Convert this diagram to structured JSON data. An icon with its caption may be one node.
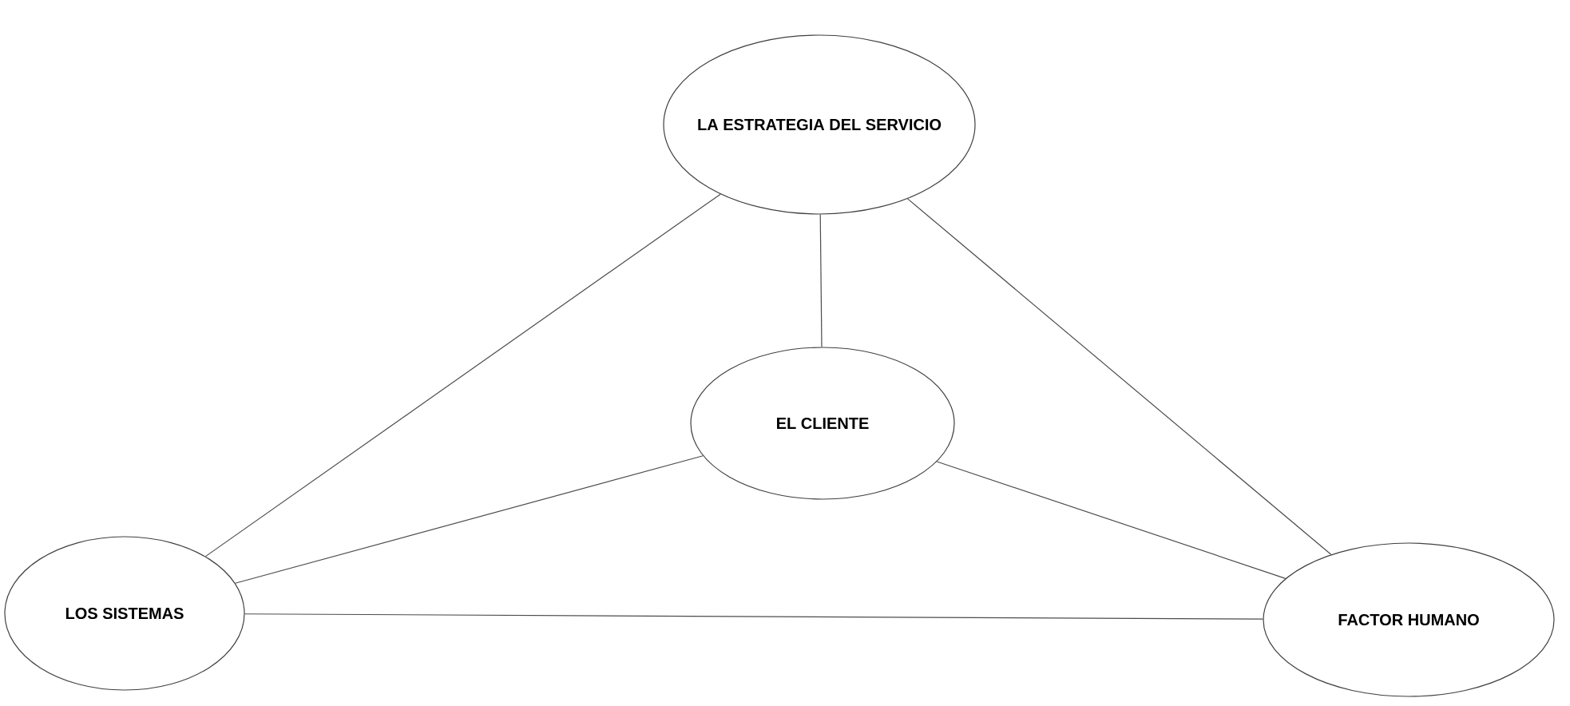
{
  "diagram": {
    "nodes": [
      {
        "text": [
          "LA ESTRATEGIA DEL SERVICIO"
        ]
      },
      {
        "text": [
          "EL CLIENTE"
        ]
      },
      {
        "text": [
          "LOS SISTEMAS"
        ]
      },
      {
        "text": [
          "FACTOR HUMANO"
        ]
      }
    ],
    "edges": [
      {
        "from": 0,
        "to": 1,
        "arrow": "none"
      },
      {
        "from": 0,
        "to": 2,
        "arrow": "none"
      },
      {
        "from": 0,
        "to": 3,
        "arrow": "none"
      },
      {
        "from": 1,
        "to": 2,
        "arrow": "none"
      },
      {
        "from": 1,
        "to": 3,
        "arrow": "none"
      },
      {
        "from": 2,
        "to": 3,
        "arrow": "none"
      }
    ]
  }
}
